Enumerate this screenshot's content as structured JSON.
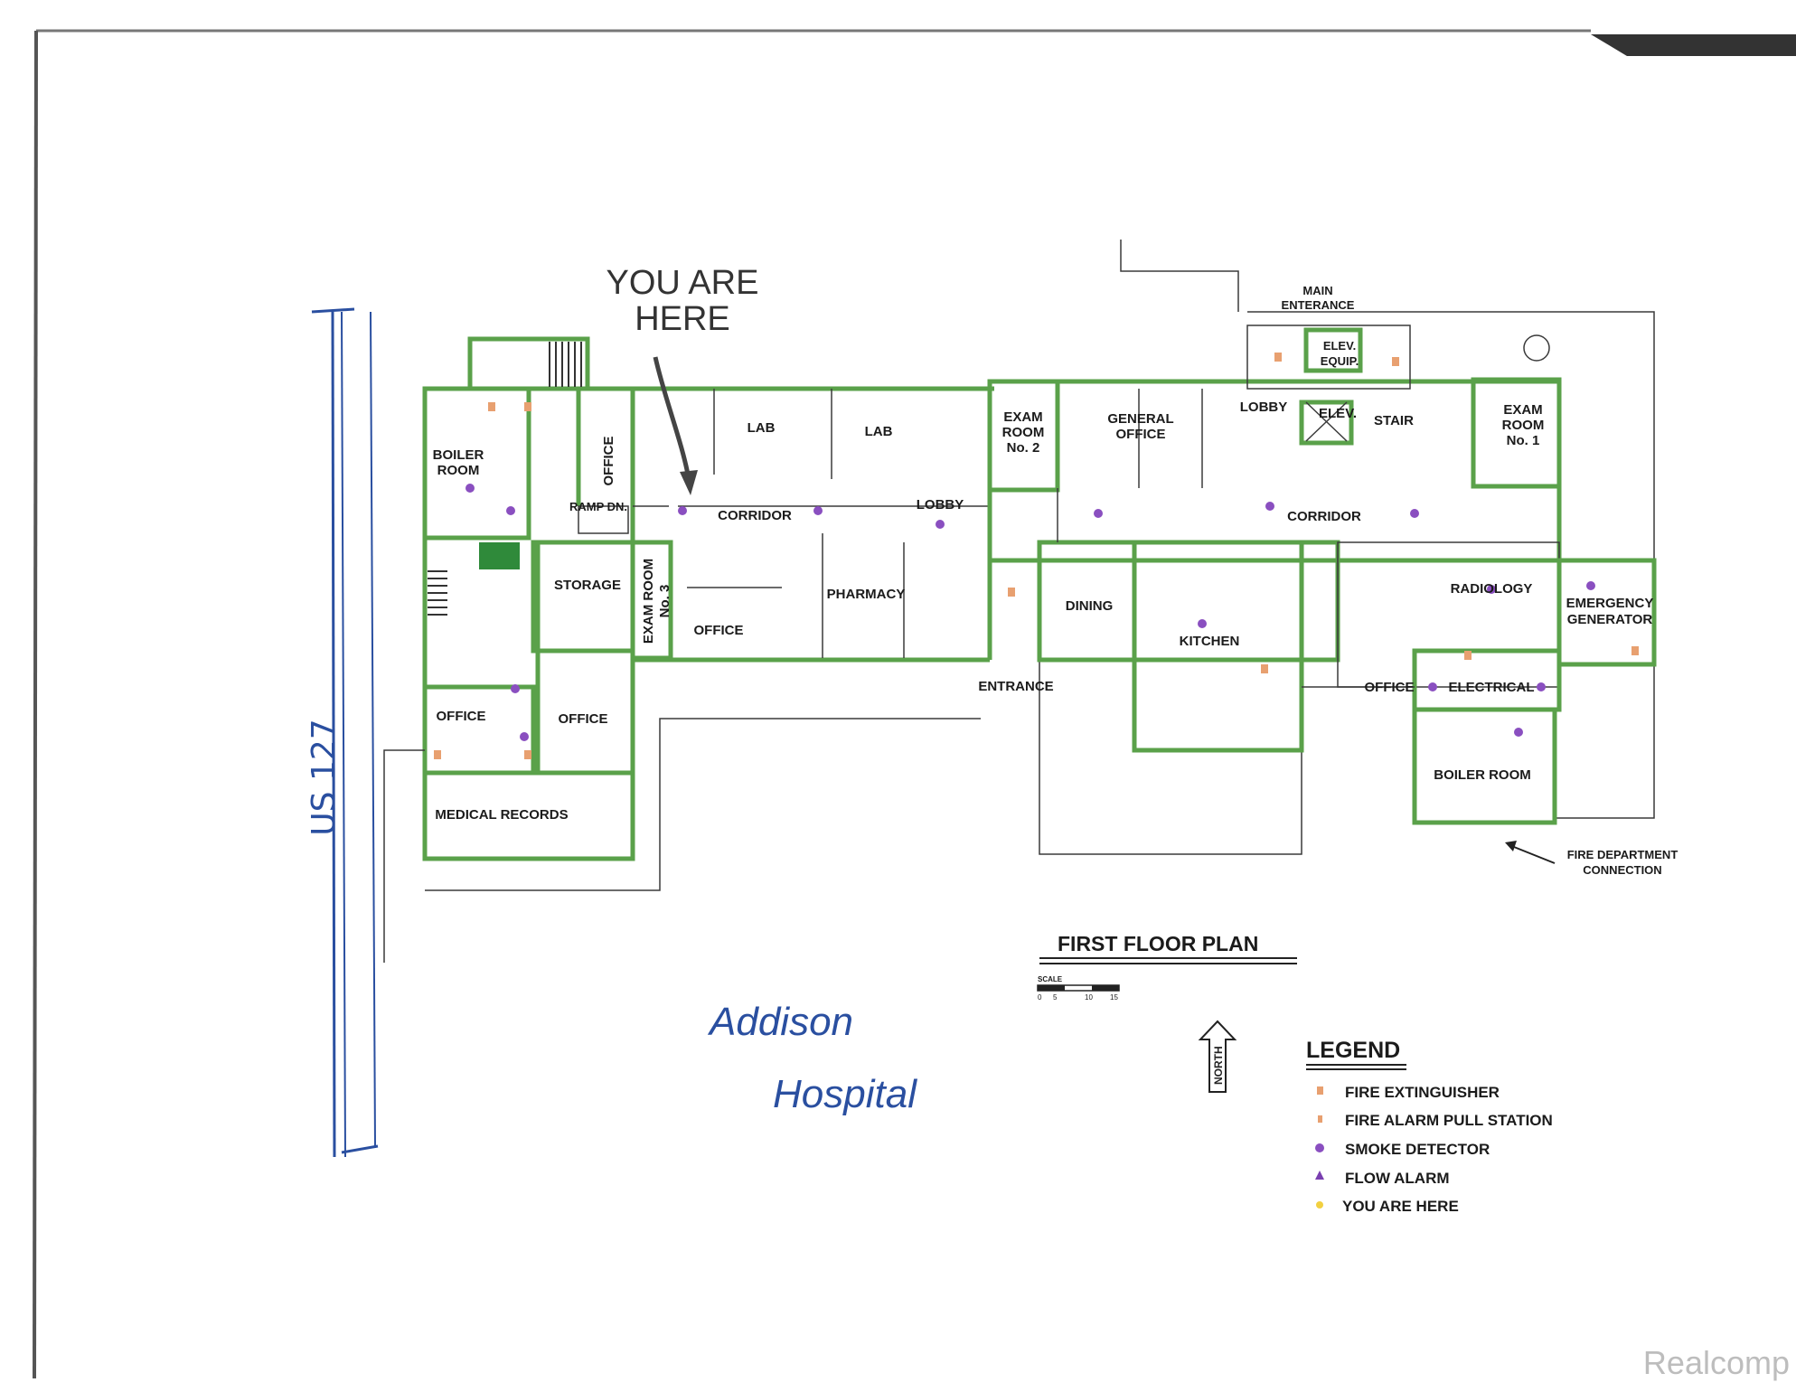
{
  "annotations": {
    "you_are_here": [
      "YOU ARE",
      "HERE"
    ],
    "road": "US 127",
    "facility": [
      "Addison",
      "Hospital"
    ]
  },
  "plan_title": "FIRST FLOOR PLAN",
  "scale": {
    "label": "SCALE",
    "ticks": [
      "0",
      "5",
      "10",
      "15"
    ]
  },
  "north_label": "NORTH",
  "rooms": {
    "boiler_room_west": [
      "BOILER",
      "ROOM"
    ],
    "office_north": "OFFICE",
    "lab_1": "LAB",
    "lab_2": "LAB",
    "ramp": "RAMP DN.",
    "corridor_west": "CORRIDOR",
    "lobby_west": "LOBBY",
    "storage": "STORAGE",
    "exam_room_3": [
      "EXAM ROOM",
      "No. 3"
    ],
    "office_small": "OFFICE",
    "pharmacy": "PHARMACY",
    "office_west_a": "OFFICE",
    "office_west_b": "OFFICE",
    "medical_records": "MEDICAL RECORDS",
    "exam_room_2": [
      "EXAM",
      "ROOM",
      "No. 2"
    ],
    "general_office": [
      "GENERAL",
      "OFFICE"
    ],
    "lobby_east": "LOBBY",
    "main_entrance": [
      "MAIN",
      "ENTERANCE"
    ],
    "elev_equip": [
      "ELEV.",
      "EQUIP."
    ],
    "elev": "ELEV.",
    "stair": "STAIR",
    "exam_room_1": [
      "EXAM",
      "ROOM",
      "No. 1"
    ],
    "corridor_east": "CORRIDOR",
    "dining": "DINING",
    "kitchen": "KITCHEN",
    "radiology": "RADIOLOGY",
    "emergency_generator": [
      "EMERGENCY",
      "GENERATOR"
    ],
    "entrance": "ENTRANCE",
    "office_east": "OFFICE",
    "electrical": "ELECTRICAL",
    "boiler_room_east": "BOILER ROOM",
    "fire_department": [
      "FIRE DEPARTMENT",
      "CONNECTION"
    ]
  },
  "legend": {
    "title": "LEGEND",
    "items": [
      {
        "label": "FIRE EXTINGUISHER",
        "symbol": "fire-extinguisher-icon",
        "color": "#e8a070"
      },
      {
        "label": "FIRE ALARM PULL STATION",
        "symbol": "pull-station-icon",
        "color": "#e8a070"
      },
      {
        "label": "SMOKE DETECTOR",
        "symbol": "smoke-detector-icon",
        "color": "#8a4fc0"
      },
      {
        "label": "FLOW ALARM",
        "symbol": "flow-alarm-icon",
        "color": "#7a3fb0"
      },
      {
        "label": "YOU ARE HERE",
        "symbol": "you-are-here-icon",
        "color": "#f2d040"
      }
    ]
  },
  "watermark": "Realcomp",
  "colors": {
    "wall": "#5aa14a",
    "exam_highlight": "#f3f39a",
    "handwriting": "#2a4fa0",
    "smoke_detector": "#8a4fc0"
  }
}
